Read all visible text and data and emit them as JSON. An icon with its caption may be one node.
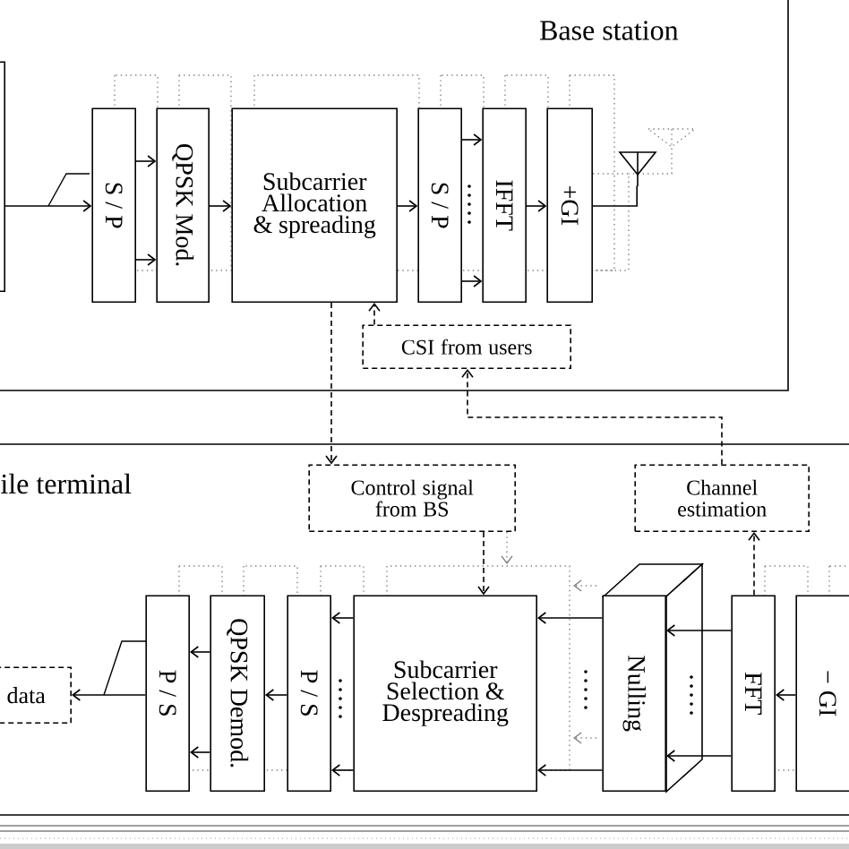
{
  "diagram": {
    "nodes": [
      {
        "text": [
          "Base station"
        ]
      },
      {
        "text": [],
        "shape": "box",
        "in": 0
      },
      {
        "text": [
          "S / P"
        ],
        "in": 0
      },
      {
        "text": [
          "QPSK Mod."
        ],
        "in": 0
      },
      {
        "text": [
          "Subcarrier Allocation & spreading"
        ],
        "in": 0
      },
      {
        "text": [
          "S / P"
        ],
        "in": 0
      },
      {
        "text": [
          "IFFT"
        ],
        "in": 0
      },
      {
        "text": [
          "+GI"
        ],
        "in": 0
      },
      {
        "text": [],
        "shape": "antenna",
        "in": 0
      },
      {
        "text": [
          "CSI from users"
        ],
        "in": 0
      },
      {
        "text": [
          "ile terminal"
        ]
      },
      {
        "text": [
          "Control signal from BS"
        ],
        "in": 10
      },
      {
        "text": [
          "Channel estimation"
        ],
        "in": 10
      },
      {
        "text": [
          "data"
        ],
        "in": 10
      },
      {
        "text": [
          "P / S"
        ],
        "in": 10
      },
      {
        "text": [
          "QPSK Demod."
        ],
        "in": 10
      },
      {
        "text": [
          "P / S"
        ],
        "in": 10
      },
      {
        "text": [
          "Subcarrier Selection & Despreading"
        ],
        "in": 10
      },
      {
        "text": [
          "Nulling"
        ],
        "in": 10
      },
      {
        "text": [
          "FFT"
        ],
        "in": 10
      },
      {
        "text": [
          "− GI"
        ],
        "in": 10
      }
    ],
    "edges": [
      {
        "from": 1,
        "to": 2,
        "arrow": "to"
      },
      {
        "from": 2,
        "to": 3,
        "arrow": "to"
      },
      {
        "from": 2,
        "to": 3,
        "arrow": "to"
      },
      {
        "from": 3,
        "to": 4,
        "arrow": "to"
      },
      {
        "from": 4,
        "to": 5,
        "arrow": "to"
      },
      {
        "from": 5,
        "to": 6,
        "arrow": "to"
      },
      {
        "from": 5,
        "to": 6,
        "arrow": "to"
      },
      {
        "from": 6,
        "to": 7,
        "arrow": "to"
      },
      {
        "from": 7,
        "to": 8,
        "arrow": "none"
      },
      {
        "from": 9,
        "to": 4,
        "arrow": "to",
        "style": "dashed"
      },
      {
        "from": 4,
        "to": 11,
        "arrow": "to",
        "style": "dashed"
      },
      {
        "from": 12,
        "to": 9,
        "arrow": "to",
        "style": "dashed"
      },
      {
        "from": 11,
        "to": 17,
        "arrow": "to",
        "style": "dashed"
      },
      {
        "from": 19,
        "to": 12,
        "arrow": "to",
        "style": "dashed"
      },
      {
        "from": 20,
        "to": 19,
        "arrow": "to"
      },
      {
        "from": 19,
        "to": 18,
        "arrow": "to"
      },
      {
        "from": 19,
        "to": 18,
        "arrow": "to"
      },
      {
        "from": 18,
        "to": 17,
        "arrow": "to"
      },
      {
        "from": 18,
        "to": 17,
        "arrow": "to"
      },
      {
        "from": 17,
        "to": 16,
        "arrow": "to"
      },
      {
        "from": 17,
        "to": 16,
        "arrow": "to"
      },
      {
        "from": 16,
        "to": 15,
        "arrow": "to"
      },
      {
        "from": 15,
        "to": 14,
        "arrow": "to"
      },
      {
        "from": 15,
        "to": 14,
        "arrow": "to"
      },
      {
        "from": 14,
        "to": 13,
        "arrow": "to"
      }
    ]
  }
}
